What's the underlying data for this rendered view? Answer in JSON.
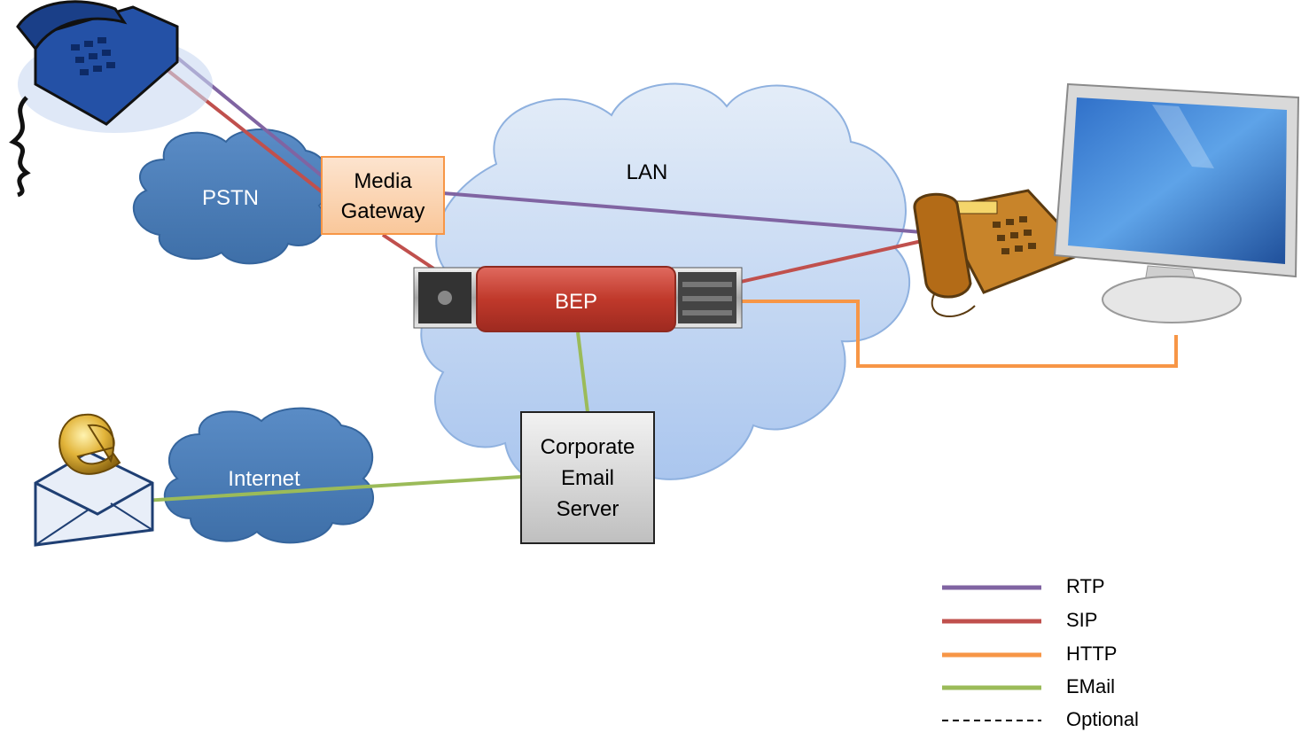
{
  "diagram": {
    "clouds": {
      "lan": "LAN",
      "pstn": "PSTN",
      "internet": "Internet"
    },
    "nodes": {
      "media_gateway": [
        "Media",
        "Gateway"
      ],
      "bep": "BEP",
      "email_server": [
        "Corporate",
        "Email",
        "Server"
      ]
    },
    "legend": [
      {
        "label": "RTP",
        "color": "#8064a2",
        "style": "solid"
      },
      {
        "label": "SIP",
        "color": "#c0504d",
        "style": "solid"
      },
      {
        "label": "HTTP",
        "color": "#f79646",
        "style": "solid"
      },
      {
        "label": "EMail",
        "color": "#9bbb59",
        "style": "solid"
      },
      {
        "label": "Optional",
        "color": "#000000",
        "style": "dashed"
      }
    ],
    "colors": {
      "cloud_dark": "#4f81bd",
      "cloud_light": "#c6d9f1",
      "gateway_fill": "#fcd5b4",
      "gateway_border": "#f79646",
      "bep_fill": "#c0392b",
      "server_fill": "#d9d9d9"
    },
    "icons": [
      "desk-phone-icon",
      "ip-phone-icon",
      "monitor-icon",
      "email-icon"
    ]
  }
}
